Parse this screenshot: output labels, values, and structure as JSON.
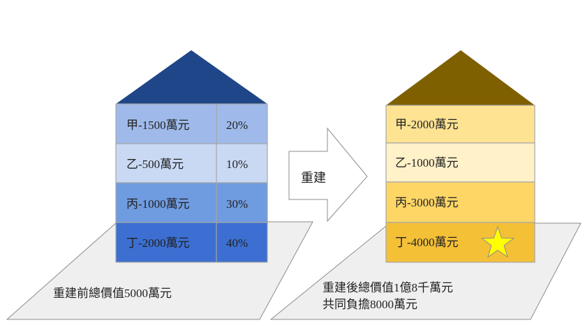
{
  "before": {
    "owners": [
      {
        "label": "甲-1500萬元",
        "share": "20%"
      },
      {
        "label": "乙-500萬元",
        "share": "10%"
      },
      {
        "label": "丙-1000萬元",
        "share": "30%"
      },
      {
        "label": "丁-2000萬元",
        "share": "40%"
      }
    ],
    "total_text": "重建前總價值5000萬元",
    "colors": {
      "roof": "#1f4688",
      "rows": [
        "#9fbaea",
        "#c9d9f4",
        "#6f9be0",
        "#3c6fd1"
      ],
      "border": "#a6a6a6"
    }
  },
  "arrow": {
    "label": "重建"
  },
  "after": {
    "owners": [
      {
        "label": "甲-2000萬元"
      },
      {
        "label": "乙-1000萬元"
      },
      {
        "label": "丙-3000萬元"
      },
      {
        "label": "丁-4000萬元"
      }
    ],
    "total_lines": [
      "重建後總價值1億8千萬元",
      "共同負擔8000萬元"
    ],
    "colors": {
      "roof": "#7f6000",
      "rows": [
        "#fde392",
        "#fff1c8",
        "#fdd666",
        "#f4c036"
      ],
      "border": "#a6a6a6",
      "star": "#ffff00"
    }
  }
}
